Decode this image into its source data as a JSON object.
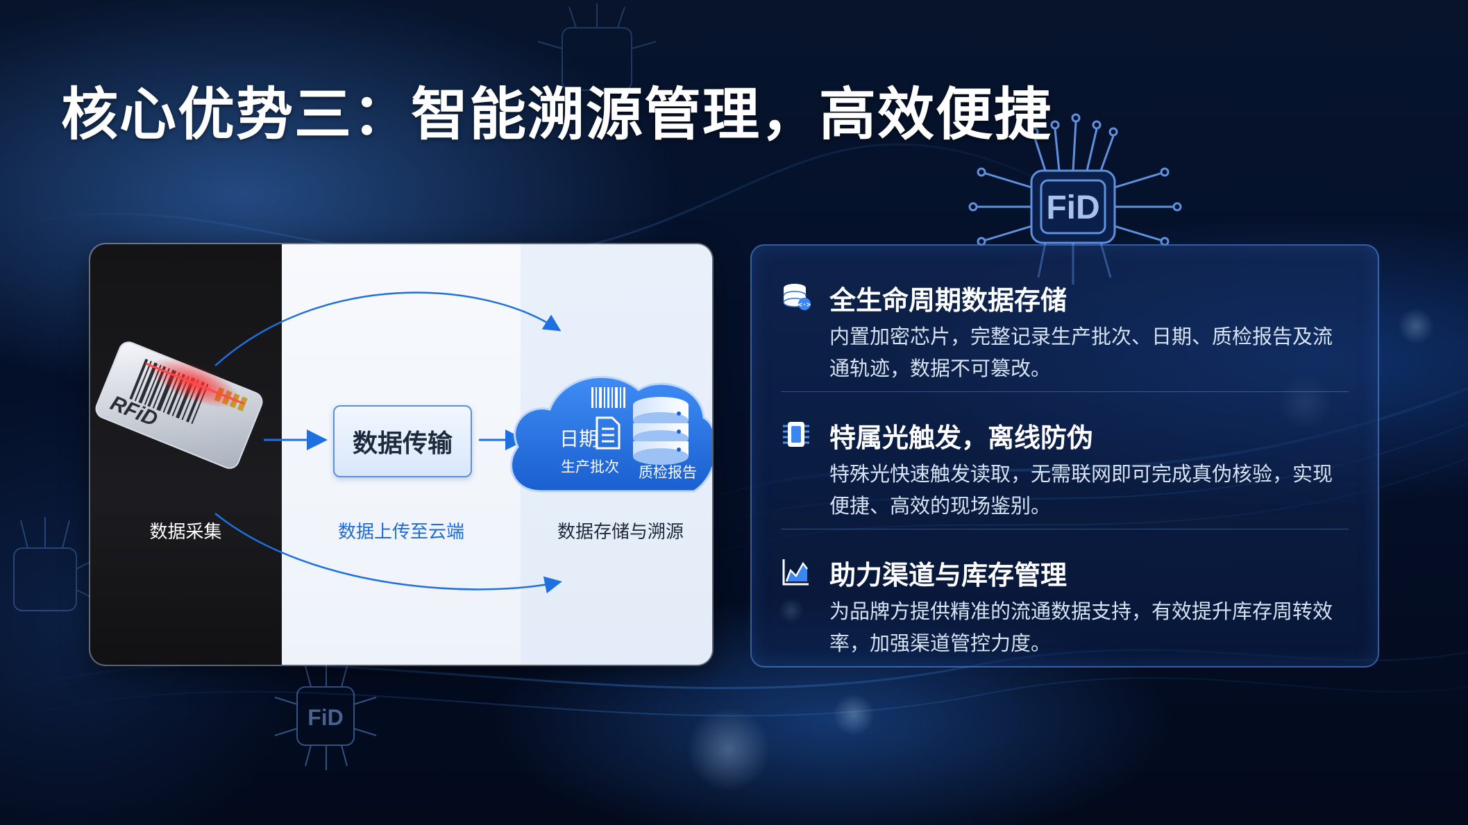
{
  "slide": {
    "title": "核心优势三：智能溯源管理，高效便捷"
  },
  "diagram": {
    "rfid_tag_text": "RFiD",
    "stage_collect": "数据采集",
    "stage_transfer": "数据传输",
    "stage_upload": "数据上传至云端",
    "stage_store": "数据存储与溯源",
    "cloud_item_date": "日期",
    "cloud_item_batch": "生产批次",
    "cloud_item_report": "质检报告"
  },
  "background": {
    "chip_label": "FiD"
  },
  "features": [
    {
      "icon": "database-icon",
      "title": "全生命周期数据存储",
      "desc": "内置加密芯片，完整记录生产批次、日期、质检报告及流通轨迹，数据不可篡改。"
    },
    {
      "icon": "chip-icon",
      "title": "特属光触发，离线防伪",
      "desc": "特殊光快速触发读取，无需联网即可完成真伪核验，实现便捷、高效的现场鉴别。"
    },
    {
      "icon": "chart-icon",
      "title": "助力渠道与库存管理",
      "desc": "为品牌方提供精准的流通数据支持，有效提升库存周转效率，加强渠道管控力度。"
    }
  ],
  "colors": {
    "accent_blue": "#1e6fe0",
    "label_blue": "#1f6bd6",
    "panel_border": "#5a96f0",
    "title_white": "#ffffff"
  }
}
